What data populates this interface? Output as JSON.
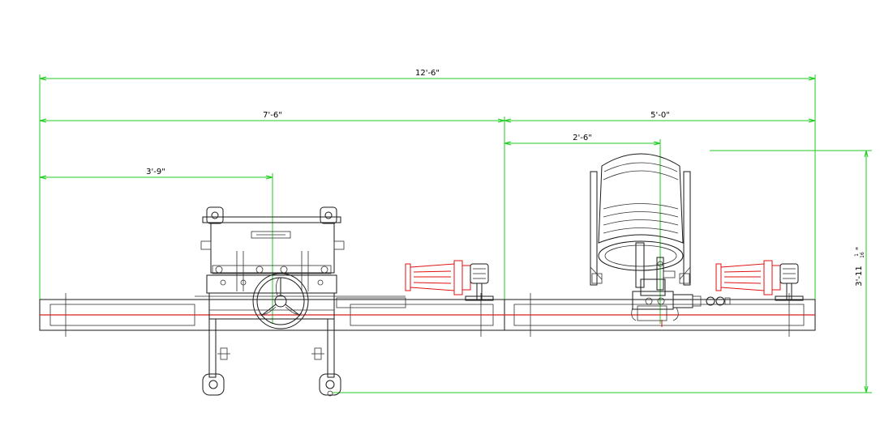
{
  "dimensions": {
    "overall": "12'-6\"",
    "left_section": "7'-6\"",
    "right_section": "5'-0\"",
    "left_offset": "3'-9\"",
    "right_offset": "2'-6\"",
    "height": "3'-11",
    "height_fraction_num": "1",
    "height_fraction_den": "16",
    "height_inch_mark": "\""
  },
  "colors": {
    "dimension_line": "#22cc22",
    "drawing_line": "#1a1a1a",
    "motor": "#e01010",
    "centerline": "#d82020",
    "background": "#ffffff"
  }
}
